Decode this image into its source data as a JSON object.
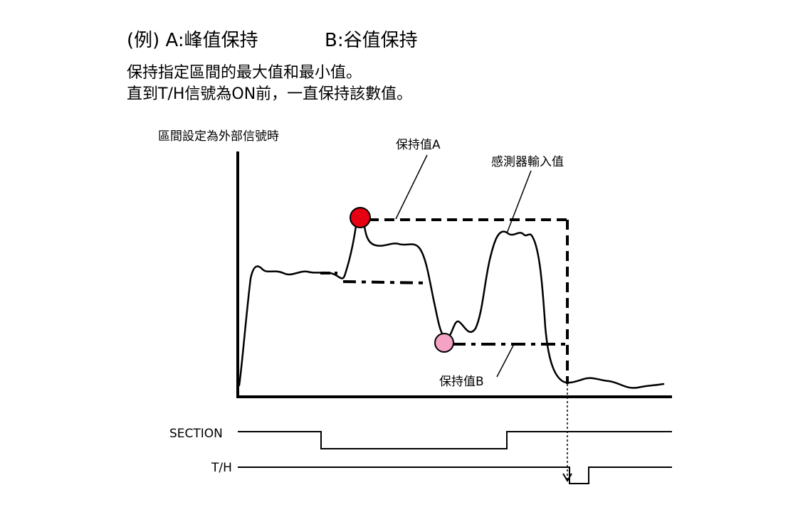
{
  "header": {
    "example_a": "(例) A:峰值保持",
    "example_b": "B:谷值保持",
    "desc_line1": "保持指定區間的最大值和最小值。",
    "desc_line2": "直到T/H信號為ON前，一直保持該數值。"
  },
  "diagram": {
    "axis_caption": "區間設定為外部信號時",
    "label_hold_a": "保持值A",
    "label_sensor": "感測器輸入值",
    "label_hold_b": "保持值B",
    "signal_section": "SECTION",
    "signal_th": "T/H"
  },
  "colors": {
    "peak_marker": "#e60012",
    "valley_marker": "#f4a3c4",
    "line": "#000000"
  }
}
